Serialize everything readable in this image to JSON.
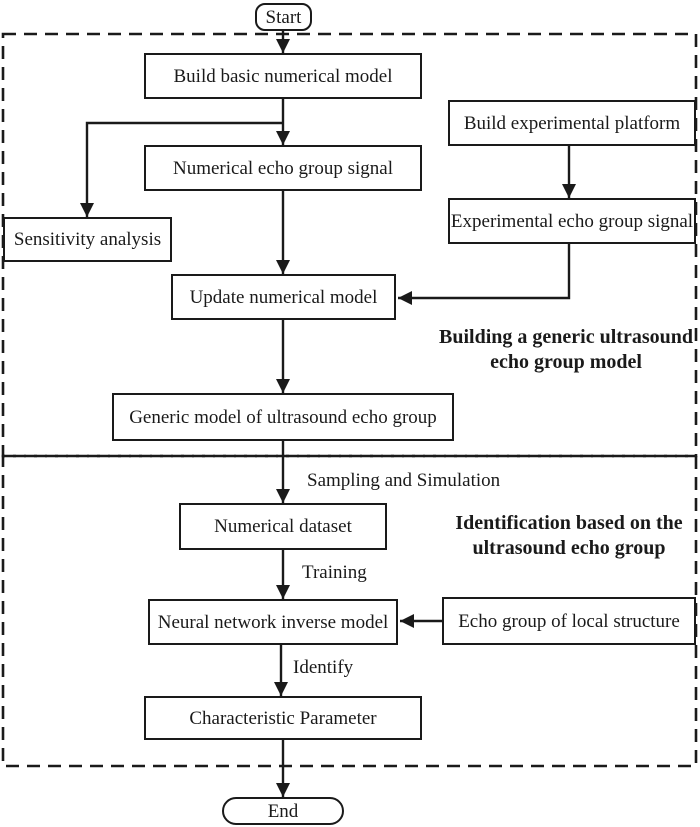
{
  "flowchart": {
    "nodes": {
      "start": "Start",
      "build_basic": "Build basic numerical model",
      "numerical_echo": "Numerical echo group signal",
      "sensitivity": "Sensitivity analysis",
      "build_experimental": "Build experimental platform",
      "experimental_echo": "Experimental echo group signal",
      "update_model": "Update numerical model",
      "generic_model": "Generic model of ultrasound echo group",
      "numerical_dataset": "Numerical dataset",
      "neural_network": "Neural network inverse model",
      "echo_local": "Echo group of local structure",
      "characteristic": "Characteristic Parameter",
      "end": "End"
    },
    "edge_labels": {
      "sampling": "Sampling and Simulation",
      "training": "Training",
      "identify": "Identify"
    },
    "sections": {
      "building": {
        "line1": "Building a generic ultrasound",
        "line2": "echo group model"
      },
      "identification": {
        "line1": "Identification based on the",
        "line2": "ultrasound echo group"
      }
    },
    "colors": {
      "ink": "#1a1a1a",
      "background": "#ffffff"
    }
  }
}
